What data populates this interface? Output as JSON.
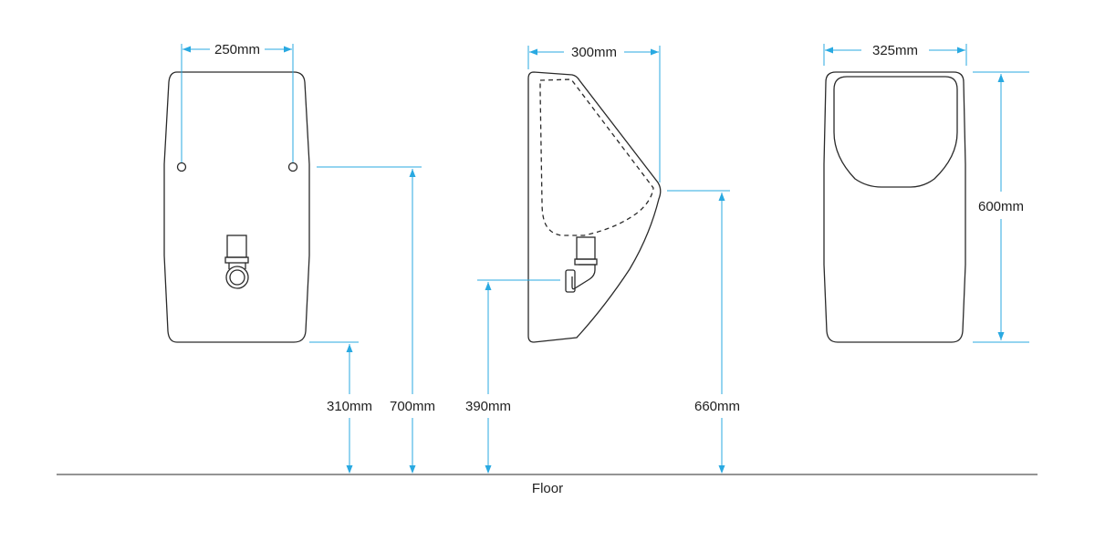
{
  "colors": {
    "dimension_line": "#29a9e1",
    "outline": "#2a2a2a",
    "text": "#1f1f1f"
  },
  "labels": {
    "front_fixing_width": "250mm",
    "side_depth": "300mm",
    "rear_width": "325mm",
    "rear_height": "600mm",
    "waste_outlet_height": "310mm",
    "fixing_point_height": "700mm",
    "side_outlet_height": "390mm",
    "rim_height": "660mm",
    "floor": "Floor"
  }
}
